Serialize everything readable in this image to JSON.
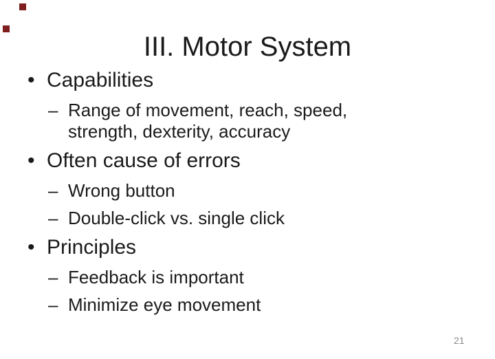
{
  "slide": {
    "title": "III. Motor System",
    "bullet_char": "•",
    "dash_char": "–",
    "bullets": [
      {
        "level": 1,
        "text": "Capabilities"
      },
      {
        "level": 2,
        "text": "Range of movement, reach, speed,\nstrength, dexterity, accuracy"
      },
      {
        "level": 1,
        "text": "Often cause of errors"
      },
      {
        "level": 2,
        "text": "Wrong button"
      },
      {
        "level": 2,
        "text": "Double-click vs. single click"
      },
      {
        "level": 1,
        "text": "Principles"
      },
      {
        "level": 2,
        "text": "Feedback is important"
      },
      {
        "level": 2,
        "text": "Minimize eye movement"
      }
    ],
    "page_number": "21",
    "colors": {
      "accent_square": "#7e1e1e",
      "text": "#1a1a1a",
      "page_number": "#8a8a8a",
      "background": "#ffffff"
    }
  }
}
